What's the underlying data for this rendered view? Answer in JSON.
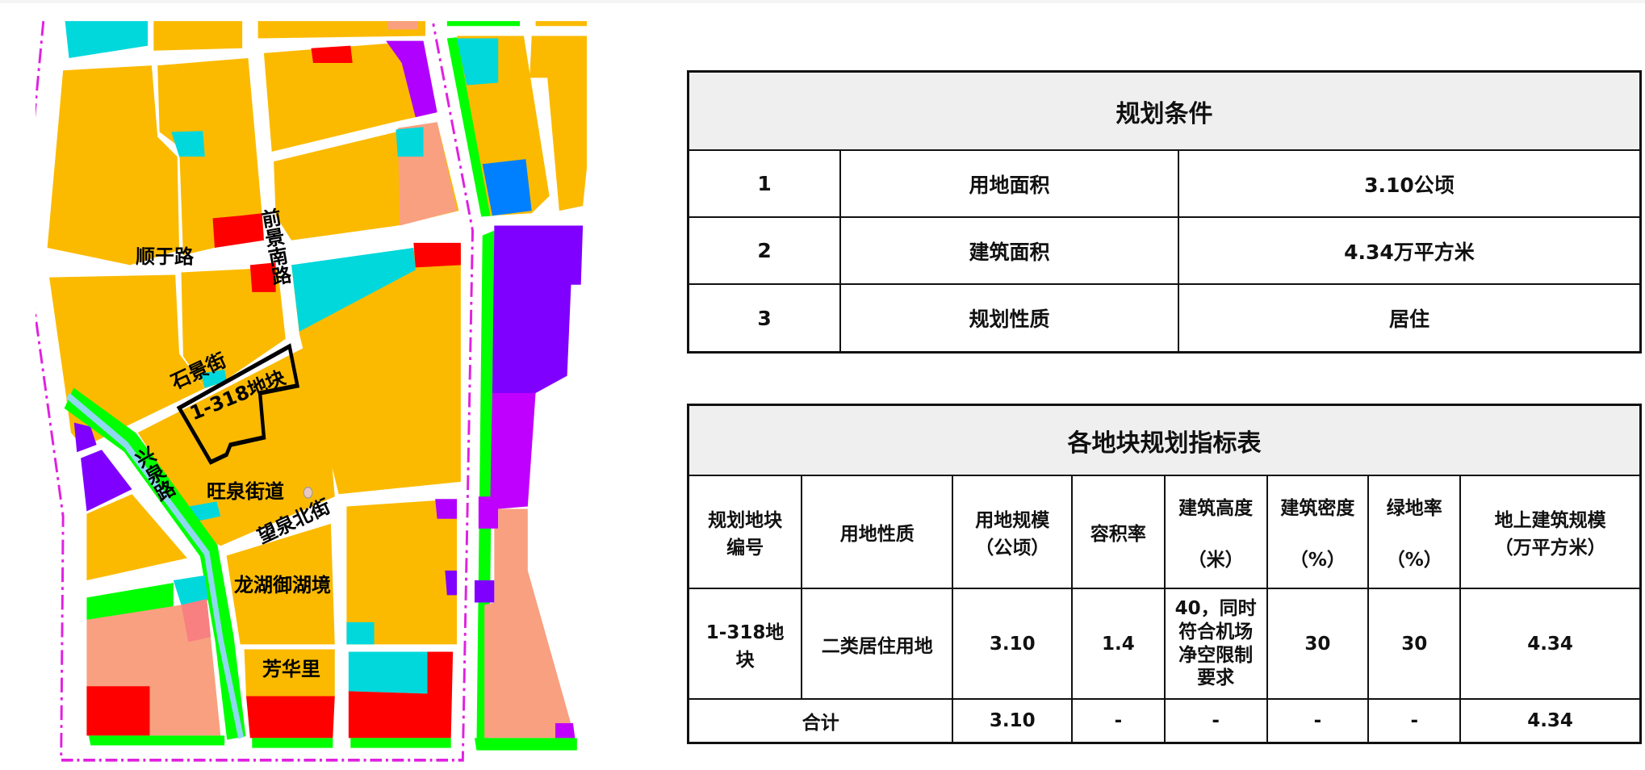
{
  "map": {
    "labels": {
      "shunyu_road": "顺于路",
      "qianjing_south_road": "前景南路",
      "shijing_street": "石景街",
      "plot": "1-318地块",
      "xingquan_road": "兴泉路",
      "wangquan_subdistrict": "旺泉街道",
      "wangquan_north_street": "望泉北街",
      "longhu_yuhujing": "龙湖御湖境",
      "fanghuali": "芳华里"
    },
    "colors": {
      "residential": "#FBBA00",
      "cyan": "#00D8DC",
      "commercial": "#FF0000",
      "purple": "#8000FF",
      "magenta": "#C000FF",
      "pink": "#F9A080",
      "green": "#00FF00",
      "blue": "#0080FF",
      "river": "#8FD8F0",
      "boundary": "#E020E0"
    }
  },
  "conditions": {
    "title": "规划条件",
    "rows": [
      {
        "no": "1",
        "item": "用地面积",
        "value": "3.10公顷"
      },
      {
        "no": "2",
        "item": "建筑面积",
        "value": "4.34万平方米"
      },
      {
        "no": "3",
        "item": "规划性质",
        "value": "居住"
      }
    ]
  },
  "indicators": {
    "title": "各地块规划指标表",
    "headers": {
      "plot_no": [
        "规划地块",
        "编号"
      ],
      "land_use": "用地性质",
      "area": [
        "用地规模",
        "（公顷）"
      ],
      "far": "容积率",
      "height": [
        "建筑高度",
        "（米）"
      ],
      "density": [
        "建筑密度",
        "（%）"
      ],
      "green": [
        "绿地率",
        "（%）"
      ],
      "gfa": [
        "地上建筑规模",
        "（万平方米）"
      ]
    },
    "row": {
      "plot_no": [
        "1-318地",
        "块"
      ],
      "land_use": "二类居住用地",
      "area": "3.10",
      "far": "1.4",
      "height": [
        "40，同时",
        "符合机场",
        "净空限制",
        "要求"
      ],
      "density": "30",
      "green": "30",
      "gfa": "4.34"
    },
    "total": {
      "label": "合计",
      "area": "3.10",
      "far": "-",
      "height": "-",
      "density": "-",
      "green": "-",
      "gfa": "4.34"
    }
  }
}
